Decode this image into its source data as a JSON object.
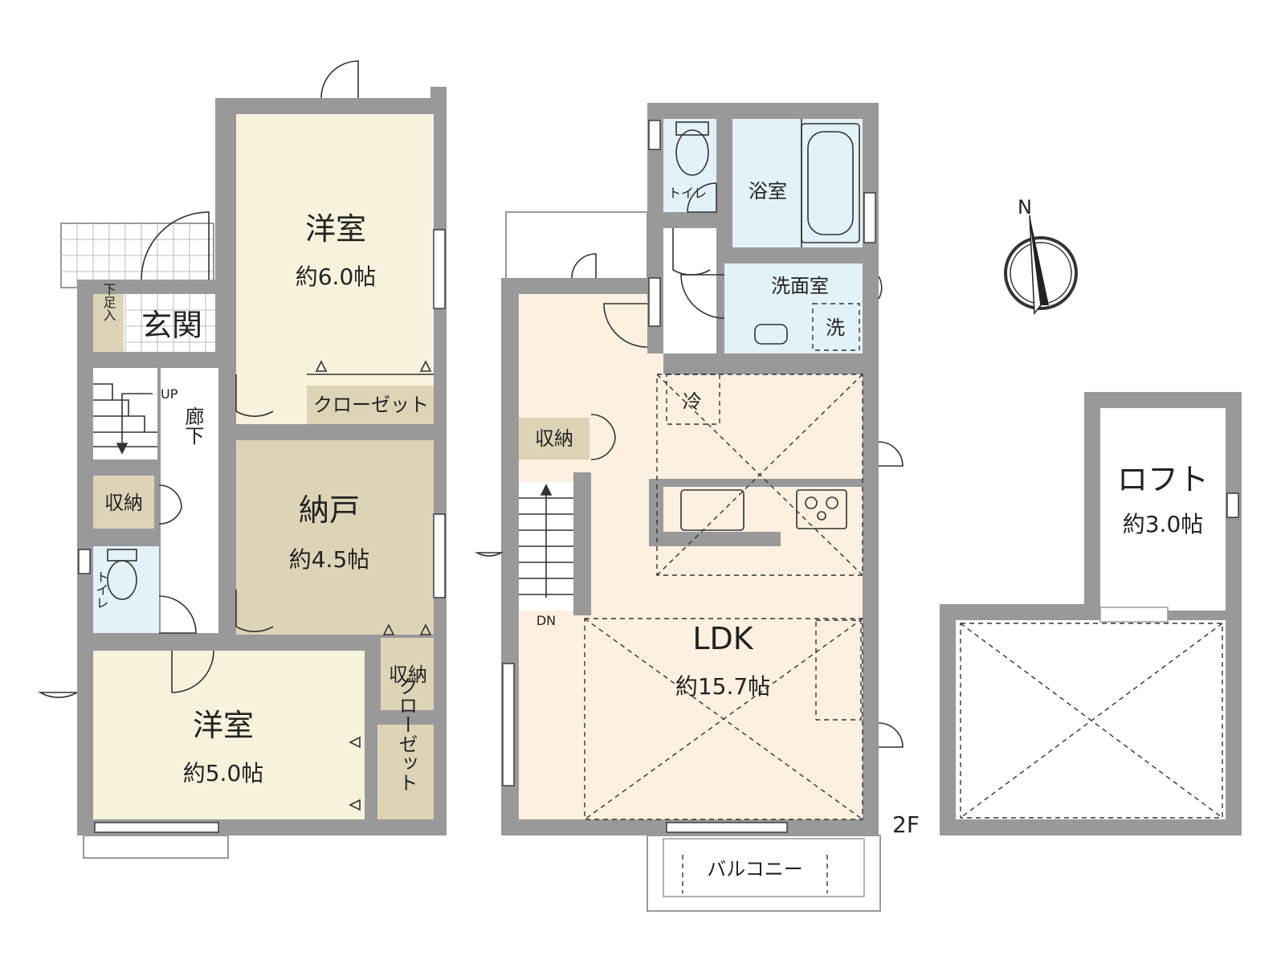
{
  "rooms": {
    "western_room_1": {
      "name": "洋室",
      "size": "約6.0帖"
    },
    "closet_1": {
      "name": "クローゼット"
    },
    "entrance": {
      "name": "玄関"
    },
    "shoe_storage": {
      "name": "下足入"
    },
    "stairs_up": {
      "name": "UP"
    },
    "hallway": {
      "name": "廊下"
    },
    "storage_1": {
      "name": "収納"
    },
    "toilet_1": {
      "name": "トイレ"
    },
    "nando": {
      "name": "納戸",
      "size": "約4.5帖"
    },
    "storage_2": {
      "name": "収納"
    },
    "western_room_2": {
      "name": "洋室",
      "size": "約5.0帖"
    },
    "closet_2": {
      "name": "クローゼット"
    },
    "toilet_2": {
      "name": "トイレ"
    },
    "bathroom": {
      "name": "浴室"
    },
    "washroom": {
      "name": "洗面室"
    },
    "washer": {
      "name": "洗"
    },
    "fridge": {
      "name": "冷"
    },
    "storage_3": {
      "name": "収納"
    },
    "stairs_down": {
      "name": "DN"
    },
    "ldk": {
      "name": "LDK",
      "size": "約15.7帖"
    },
    "balcony": {
      "name": "バルコニー"
    },
    "loft": {
      "name": "ロフト",
      "size": "約3.0帖"
    }
  },
  "floor_label": "2F",
  "compass": {
    "label": "N"
  },
  "colors": {
    "wall": "#999999",
    "western_room": "#f7f2dc",
    "nando": "#ddd4b7",
    "storage": "#ddd4b7",
    "wet_area": "#e3f1f9",
    "ldk": "#fdf0e0",
    "hallway": "#ffffff"
  }
}
